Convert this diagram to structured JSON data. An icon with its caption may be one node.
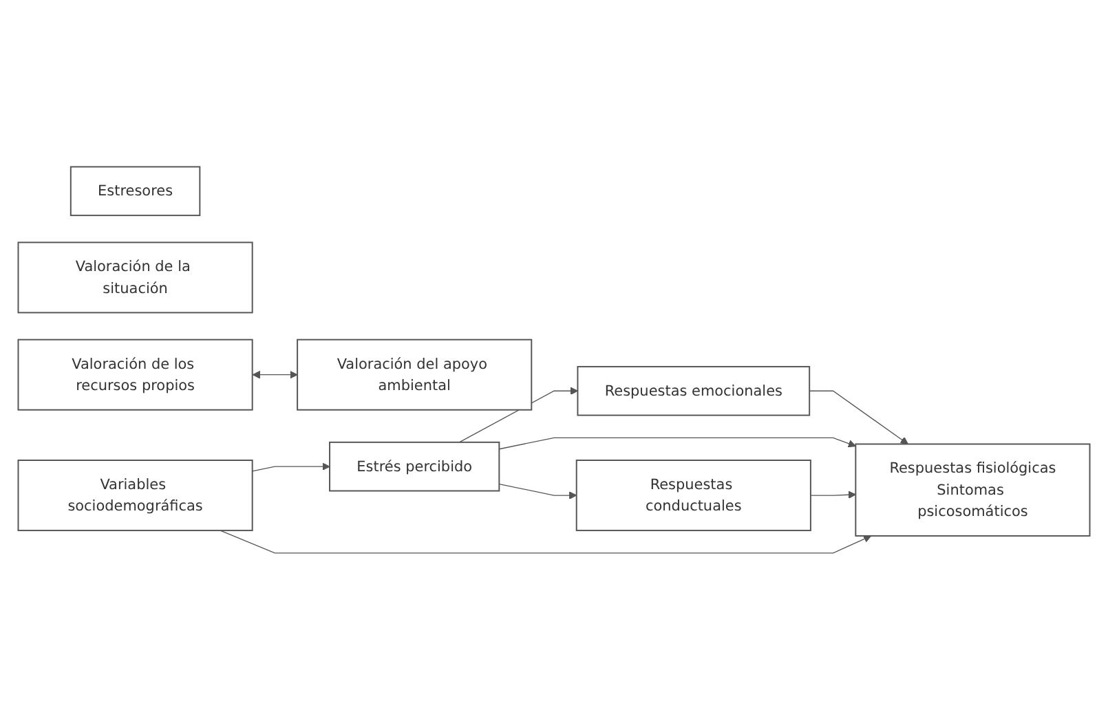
{
  "diagram": {
    "nodes": [
      {
        "text": [
          "Estresores"
        ]
      },
      {
        "text": [
          "Valoración de la situación"
        ]
      },
      {
        "text": [
          "Valoración de los recursos propios"
        ]
      },
      {
        "text": [
          "Valoración del apoyo ambiental"
        ]
      },
      {
        "text": [
          "Estrés percibido"
        ]
      },
      {
        "text": [
          "Respuestas emocionales"
        ]
      },
      {
        "text": [
          "Respuestas fisiológicas",
          "Sintomas psicosomáticos"
        ]
      },
      {
        "text": [
          "Respuestas conductuales"
        ]
      },
      {
        "text": [
          "Variables sociodemográficas"
        ]
      }
    ],
    "edges": [
      {
        "from": 2,
        "to": 3,
        "arrow": "both"
      },
      {
        "from": 4,
        "to": 5,
        "arrow": "to"
      },
      {
        "from": 5,
        "to": 6,
        "arrow": "to"
      },
      {
        "from": 4,
        "to": 6,
        "arrow": "to"
      },
      {
        "from": 4,
        "to": 7,
        "arrow": "to"
      },
      {
        "from": 7,
        "to": 6,
        "arrow": "to"
      },
      {
        "from": 8,
        "to": 4,
        "arrow": "to"
      },
      {
        "from": 8,
        "to": 6,
        "arrow": "to"
      }
    ]
  }
}
